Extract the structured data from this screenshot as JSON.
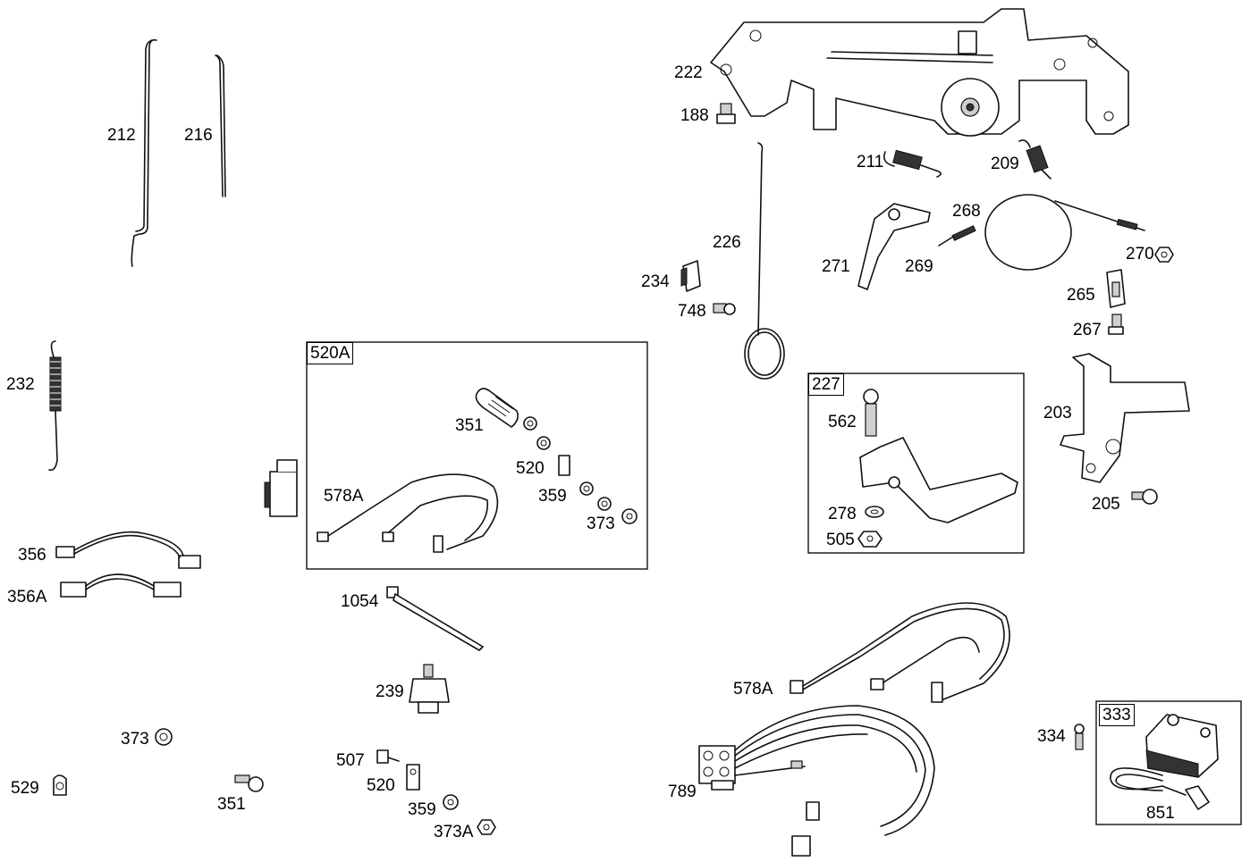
{
  "labels": {
    "l212": "212",
    "l216": "216",
    "l232": "232",
    "l356": "356",
    "l356A": "356A",
    "l373": "373",
    "l529": "529",
    "l351": "351",
    "l520A_box": "520A",
    "l351b": "351",
    "l520b": "520",
    "l359b": "359",
    "l373b": "373",
    "l578Ab": "578A",
    "l1054": "1054",
    "l239": "239",
    "l507": "507",
    "l520c": "520",
    "l359c": "359",
    "l373A": "373A",
    "l222": "222",
    "l188": "188",
    "l211": "211",
    "l209": "209",
    "l226": "226",
    "l268": "268",
    "l271": "271",
    "l269": "269",
    "l270": "270",
    "l234": "234",
    "l748": "748",
    "l265": "265",
    "l267": "267",
    "l227_box": "227",
    "l562": "562",
    "l278": "278",
    "l505": "505",
    "l203": "203",
    "l205": "205",
    "l578Ac": "578A",
    "l789": "789",
    "l334": "334",
    "l333_box": "333",
    "l851": "851"
  }
}
